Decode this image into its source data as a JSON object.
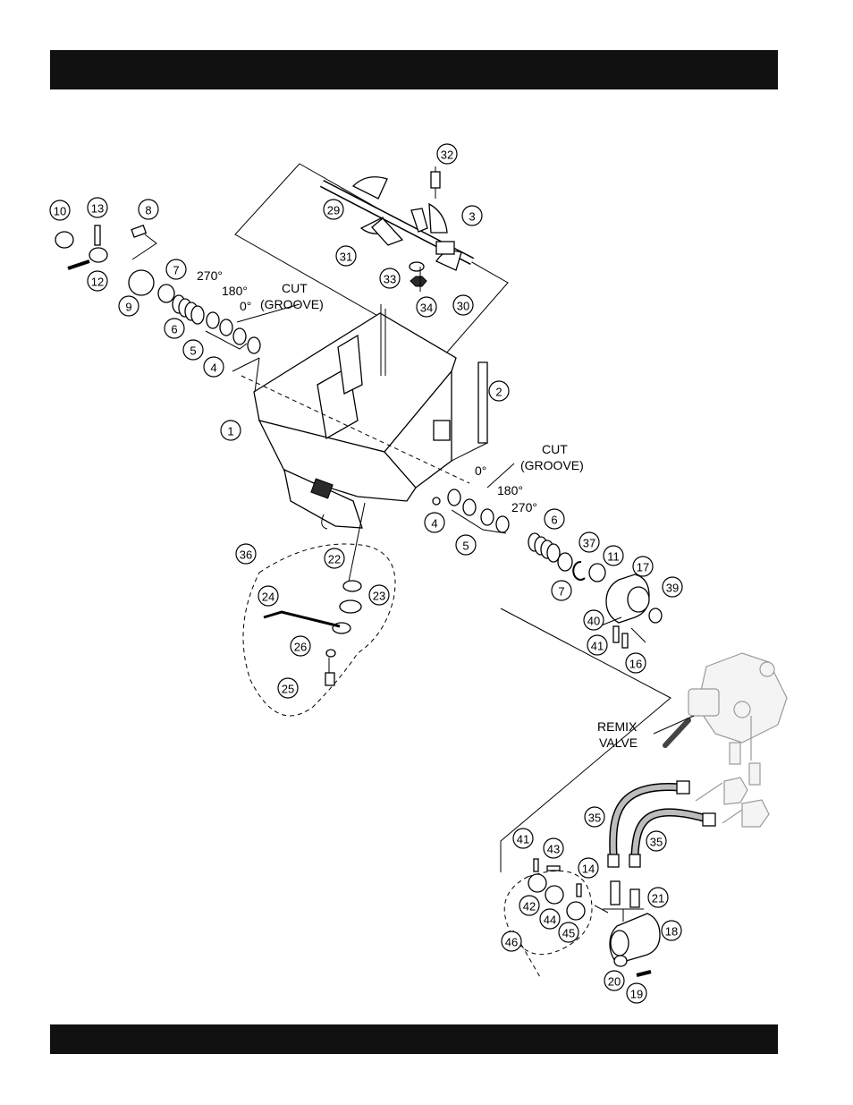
{
  "callouts": [
    {
      "n": "1"
    },
    {
      "n": "2"
    },
    {
      "n": "3"
    },
    {
      "n": "4"
    },
    {
      "n": "4"
    },
    {
      "n": "5"
    },
    {
      "n": "5"
    },
    {
      "n": "6"
    },
    {
      "n": "6"
    },
    {
      "n": "7"
    },
    {
      "n": "7"
    },
    {
      "n": "8"
    },
    {
      "n": "9"
    },
    {
      "n": "10"
    },
    {
      "n": "11"
    },
    {
      "n": "12"
    },
    {
      "n": "13"
    },
    {
      "n": "14"
    },
    {
      "n": "16"
    },
    {
      "n": "17"
    },
    {
      "n": "18"
    },
    {
      "n": "19"
    },
    {
      "n": "20"
    },
    {
      "n": "21"
    },
    {
      "n": "22"
    },
    {
      "n": "23"
    },
    {
      "n": "24"
    },
    {
      "n": "25"
    },
    {
      "n": "26"
    },
    {
      "n": "29"
    },
    {
      "n": "30"
    },
    {
      "n": "31"
    },
    {
      "n": "32"
    },
    {
      "n": "33"
    },
    {
      "n": "34"
    },
    {
      "n": "35"
    },
    {
      "n": "35"
    },
    {
      "n": "36"
    },
    {
      "n": "37"
    },
    {
      "n": "39"
    },
    {
      "n": "40"
    },
    {
      "n": "41"
    },
    {
      "n": "41"
    },
    {
      "n": "42"
    },
    {
      "n": "43"
    },
    {
      "n": "44"
    },
    {
      "n": "45"
    },
    {
      "n": "46"
    }
  ],
  "labels": {
    "left_270": "270°",
    "left_180": "180°",
    "left_0": "0°",
    "left_cut": "CUT",
    "left_groove": "(GROOVE)",
    "right_cut": "CUT",
    "right_groove": "(GROOVE)",
    "right_0": "0°",
    "right_180": "180°",
    "right_270": "270°",
    "remix_1": "REMIX",
    "remix_2": "VALVE"
  }
}
